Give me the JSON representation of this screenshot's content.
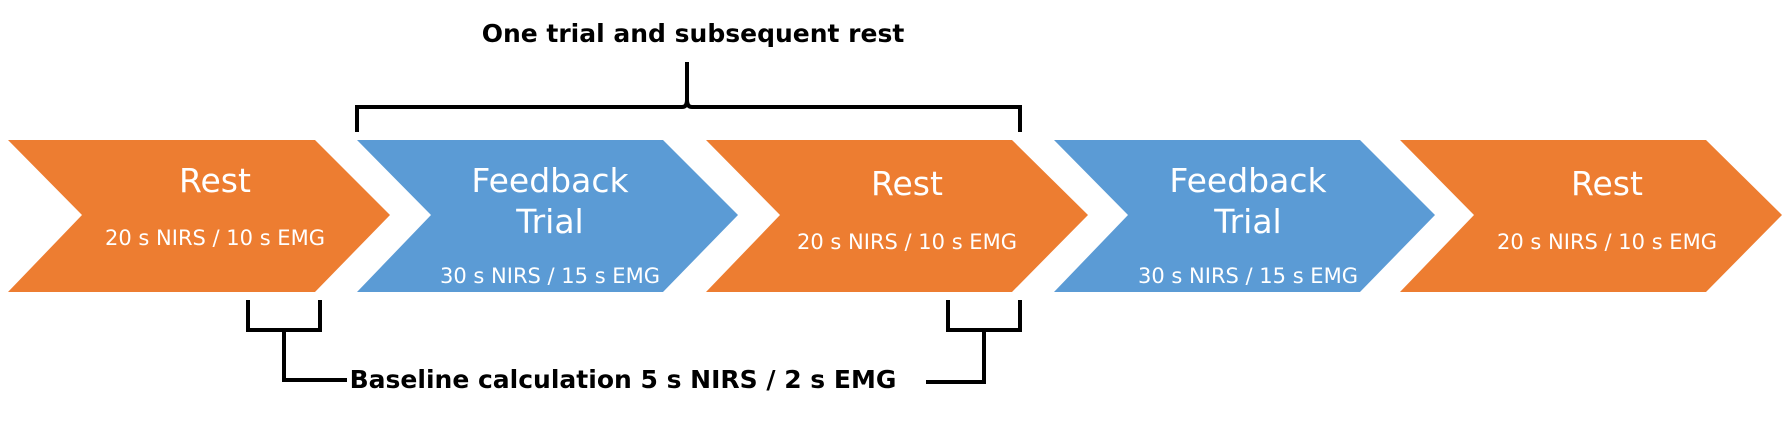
{
  "top_caption": "One  trial and subsequent rest",
  "bottom_caption": "Baseline calculation  5 s NIRS / 2 s EMG",
  "colors": {
    "rest": "#ED7D31",
    "trial": "#5B9BD5"
  },
  "stages": [
    {
      "kind": "rest",
      "title": [
        "Rest"
      ],
      "duration": "20 s NIRS / 10 s EMG"
    },
    {
      "kind": "trial",
      "title": [
        "Feedback",
        "Trial"
      ],
      "duration": "30 s NIRS / 15 s EMG"
    },
    {
      "kind": "rest",
      "title": [
        "Rest"
      ],
      "duration": "20 s NIRS / 10 s EMG"
    },
    {
      "kind": "trial",
      "title": [
        "Feedback",
        "Trial"
      ],
      "duration": "30 s NIRS / 15 s EMG"
    },
    {
      "kind": "rest",
      "title": [
        "Rest"
      ],
      "duration": "20 s NIRS / 10 s EMG"
    }
  ]
}
